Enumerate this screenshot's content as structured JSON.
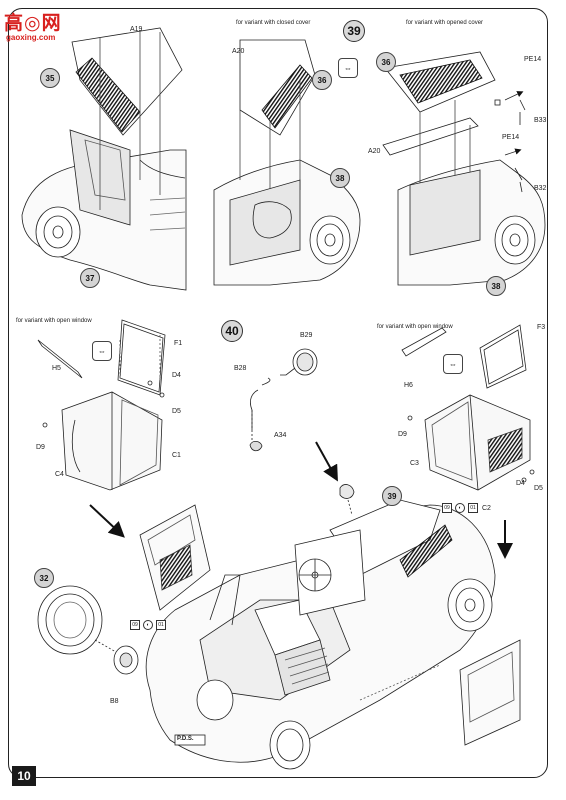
{
  "logo": {
    "glyphs": "高◎网",
    "domain": "gaoxing.com"
  },
  "page_number": "10",
  "steps": {
    "s39": "39",
    "s40": "40"
  },
  "variants": {
    "closed_cover": "for variant with closed cover",
    "opened_cover": "for variant with opened cover",
    "open_window_left": "for variant with open window",
    "open_window_right": "for variant with open window"
  },
  "refs": {
    "r35": "35",
    "r36a": "36",
    "r36b": "36",
    "r37": "37",
    "r38a": "38",
    "r38b": "38",
    "r39": "39",
    "r32": "32"
  },
  "parts": {
    "A19": "A19",
    "A20a": "A20",
    "A20b": "A20",
    "PE14a": "PE14",
    "PE14b": "PE14",
    "B33": "B33",
    "B32": "B32",
    "F1": "F1",
    "D4a": "D4",
    "D5a": "D5",
    "H5": "H5",
    "D9a": "D9",
    "C1": "C1",
    "C4": "C4",
    "B29": "B29",
    "B28": "B28",
    "A34": "A34",
    "F3": "F3",
    "H6": "H6",
    "D9b": "D9",
    "C3": "C3",
    "D4b": "D4",
    "D5b": "D5",
    "C2": "C2",
    "B8": "B8"
  },
  "mini_icons": {
    "m09a": "09",
    "m01a": "01",
    "m09b": "09",
    "m01b": "01"
  },
  "plate": "P.D.S.",
  "icons": [
    "glue-icon",
    "symmetry-icon",
    "arrow-icon"
  ]
}
